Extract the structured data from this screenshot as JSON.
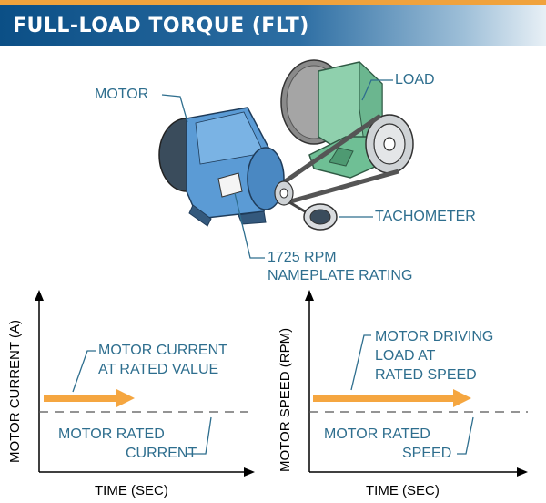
{
  "header": {
    "title": "FULL-LOAD TORQUE (FLT)"
  },
  "illustration": {
    "labels": {
      "motor": "MOTOR",
      "load": "LOAD",
      "tachometer": "TACHOMETER",
      "rating_line1": "1725 RPM",
      "rating_line2": "NAMEPLATE RATING"
    }
  },
  "graphs": [
    {
      "y_axis": "MOTOR CURRENT (A)",
      "x_axis": "TIME (SEC)",
      "arrow_label": [
        "MOTOR CURRENT",
        "AT RATED VALUE"
      ],
      "dashed_label": [
        "MOTOR RATED",
        "CURRENT"
      ]
    },
    {
      "y_axis": "MOTOR SPEED (RPM)",
      "x_axis": "TIME (SEC)",
      "arrow_label": [
        "MOTOR DRIVING",
        "LOAD AT",
        "RATED SPEED"
      ],
      "dashed_label": [
        "MOTOR RATED",
        "SPEED"
      ]
    }
  ],
  "colors": {
    "callout": "#2e6e8e",
    "arrow": "#f5a640",
    "motor": "#4a8fc9",
    "load": "#7fc4a0",
    "header": "#0b4f86"
  }
}
